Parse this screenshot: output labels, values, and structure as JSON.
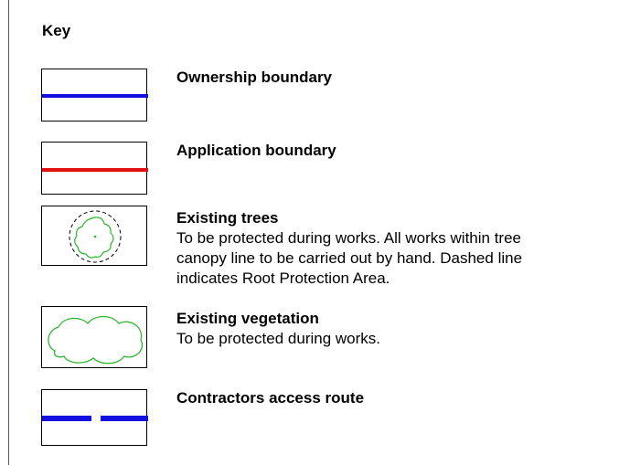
{
  "key": {
    "title": "Key",
    "items": [
      {
        "title": "Ownership boundary",
        "description": "",
        "symbol": "solid-line",
        "color": "#1010e0"
      },
      {
        "title": "Application boundary",
        "description": "",
        "symbol": "solid-line",
        "color": "#e01010"
      },
      {
        "title": "Existing trees",
        "description_lines": [
          "To be protected during works. All works within tree",
          "canopy line to be carried out by hand. Dashed line",
          "indicates Root Protection Area."
        ],
        "symbol": "tree-canopy-with-dashed-root-protection-circle",
        "color": "#2fb52f"
      },
      {
        "title": "Existing vegetation",
        "description_lines": [
          "To be protected during works."
        ],
        "symbol": "vegetation-cloud",
        "color": "#2fb52f"
      },
      {
        "title": "Contractors access route",
        "description": "",
        "symbol": "dashed-line",
        "color": "#1010e0"
      }
    ]
  }
}
